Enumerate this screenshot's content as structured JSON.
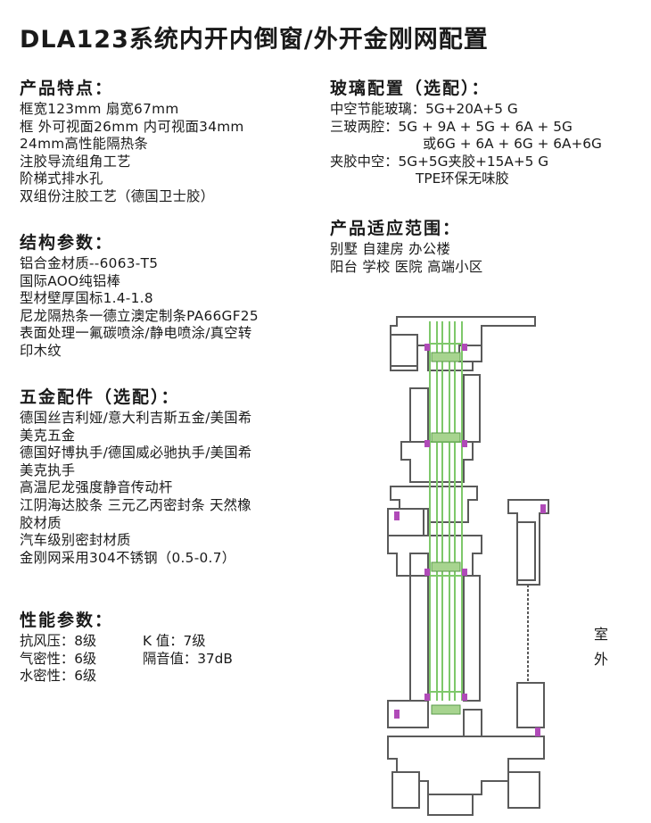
{
  "title": "DLA123系统内开内倒窗/外开金刚网配置",
  "features": {
    "heading": "产品特点：",
    "lines": [
      "框宽123mm  扇宽67mm",
      "框  外可视面26mm  内可视面34mm",
      "24mm高性能隔热条",
      "注胶导流组角工艺",
      "阶梯式排水孔",
      "双组份注胶工艺（德国卫士胶）"
    ]
  },
  "structure": {
    "heading": "结构参数：",
    "lines": [
      "铝合金材质--6063-T5",
      "国际AOO纯铝棒",
      "型材壁厚国标1.4-1.8",
      "尼龙隔热条一德立澳定制条PA66GF25",
      "表面处理一氟碳喷涂/静电喷涂/真空转",
      "印木纹"
    ]
  },
  "hardware": {
    "heading": "五金配件（选配）：",
    "lines": [
      "德国丝吉利娅/意大利吉斯五金/美国希",
      "美克五金",
      "德国好博执手/德国威必驰执手/美国希",
      "美克执手",
      "高温尼龙强度静音传动杆",
      "江阴海达胶条  三元乙丙密封条  天然橡",
      "胶材质",
      "汽车级别密封材质",
      "金刚网采用304不锈钢（0.5-0.7）"
    ]
  },
  "performance": {
    "heading": "性能参数：",
    "rows": [
      {
        "a": "抗风压：8级",
        "b": "K  值：7级"
      },
      {
        "a": "气密性：6级",
        "b": "隔音值：37dB"
      },
      {
        "a": "水密性：6级",
        "b": ""
      }
    ]
  },
  "glass": {
    "heading": "玻璃配置（选配）：",
    "rows": [
      {
        "label": "中空节能玻璃：",
        "value": "5G+20A+5 G"
      },
      {
        "label": "三玻两腔：",
        "value": "5G + 9A + 5G + 6A + 5G"
      },
      {
        "label": "",
        "value": "或6G + 6A + 6G + 6A+6G"
      },
      {
        "label": "夹胶中空：",
        "value": "5G+5G夹胶+15A+5 G"
      },
      {
        "label": "",
        "value": "TPE环保无味胶"
      }
    ]
  },
  "scope": {
    "heading": "产品适应范围：",
    "lines": [
      "别墅  自建房  办公楼",
      "阳台  学校  医院  高端小区"
    ]
  },
  "drawing": {
    "outdoor_label": "室外",
    "profile_color": "#5a5a5a",
    "glass_outline_color": "#7ec86a",
    "gasket_color": "#b04ab8"
  }
}
